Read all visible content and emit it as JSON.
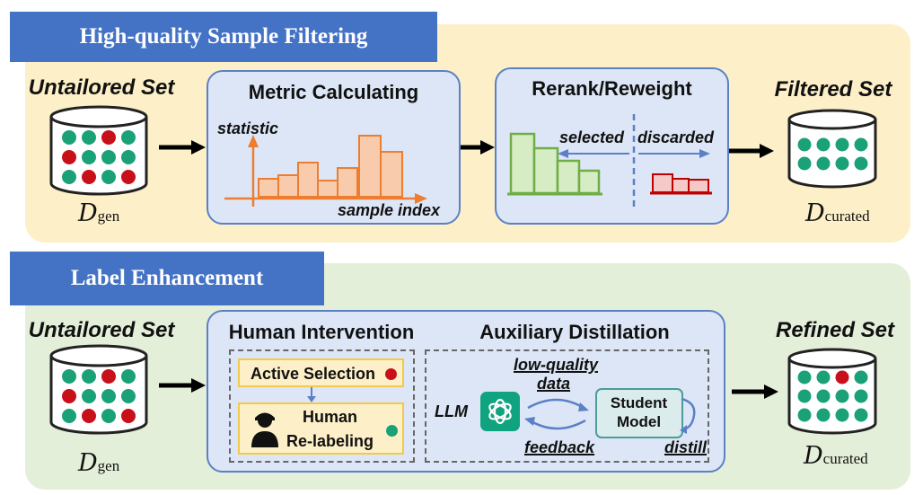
{
  "colors": {
    "green_dot": "#1aa178",
    "red_dot": "#c8101a",
    "banner_blue": "#4472c4",
    "top_panel": "#fdf0c8",
    "bottom_panel": "#e4efd9",
    "card_fill": "#dde6f6",
    "orange": "#ed7d31",
    "bar_green": "#70ad47",
    "bar_red": "#c00000"
  },
  "top": {
    "banner": "High-quality Sample Filtering",
    "untailored_title": "Untailored Set",
    "d_gen": "D",
    "d_gen_sub": "gen",
    "metric_title": "Metric Calculating",
    "statistic_label": "statistic",
    "sample_index_label": "sample index",
    "rerank_title": "Rerank/Reweight",
    "selected_label": "selected",
    "discarded_label": "discarded",
    "filtered_title": "Filtered Set",
    "d_cur": "D",
    "d_cur_sub": "curated"
  },
  "bottom": {
    "banner": "Label Enhancement",
    "untailored_title": "Untailored Set",
    "d_gen": "D",
    "d_gen_sub": "gen",
    "human_title": "Human Intervention",
    "active_selection": "Active Selection",
    "human_relabel_line1": "Human",
    "human_relabel_line2": "Re-labeling",
    "aux_title": "Auxiliary Distillation",
    "low_quality_line1": "low-quality",
    "low_quality_line2": "data",
    "llm_label": "LLM",
    "student_line1": "Student",
    "student_line2": "Model",
    "feedback_label": "feedback",
    "distill_label": "distill",
    "refined_title": "Refined Set",
    "d_cur": "D",
    "d_cur_sub": "curated"
  },
  "icons": {
    "database": "cylinder-database-icon",
    "arrow": "right-arrow-icon",
    "llm": "chatgpt-logo-icon",
    "human": "person-icon"
  },
  "untailored_dots": [
    [
      "green",
      "green",
      "red",
      "green"
    ],
    [
      "red",
      "green",
      "green",
      "green"
    ],
    [
      "green",
      "red",
      "green",
      "red"
    ]
  ],
  "filtered_dots": [
    [
      "green",
      "green",
      "green",
      "green"
    ],
    [
      "green",
      "green",
      "green",
      "green"
    ]
  ],
  "refined_dots": [
    [
      "green",
      "green",
      "red",
      "green"
    ],
    [
      "green",
      "green",
      "green",
      "green"
    ],
    [
      "green",
      "green",
      "green",
      "green"
    ]
  ]
}
